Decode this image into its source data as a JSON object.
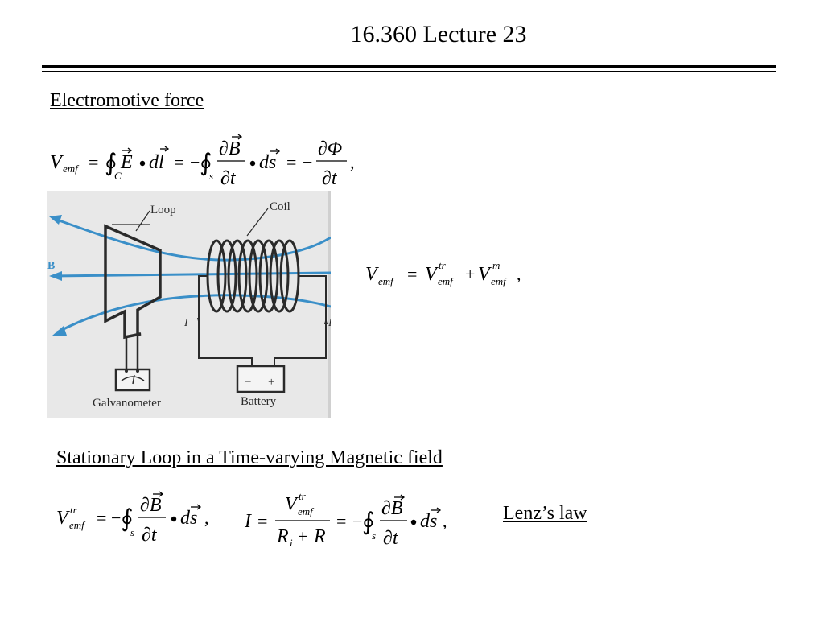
{
  "slide": {
    "title": "16.360 Lecture 23",
    "heading_emf": "Electromotive force",
    "heading_stationary": "Stationary Loop in a Time-varying Magnetic field",
    "lenz": "Lenz’s law"
  },
  "figure": {
    "label_loop": "Loop",
    "label_coil": "Coil",
    "label_b": "B",
    "label_i_left": "I",
    "label_i_right": "I",
    "label_galvanometer": "Galvanometer",
    "label_battery": "Battery",
    "battery_minus": "−",
    "battery_plus": "+"
  },
  "colors": {
    "field_line": "#3a8fc8",
    "diagram_ink": "#2a2a2a",
    "paper": "#e8e8e8"
  }
}
